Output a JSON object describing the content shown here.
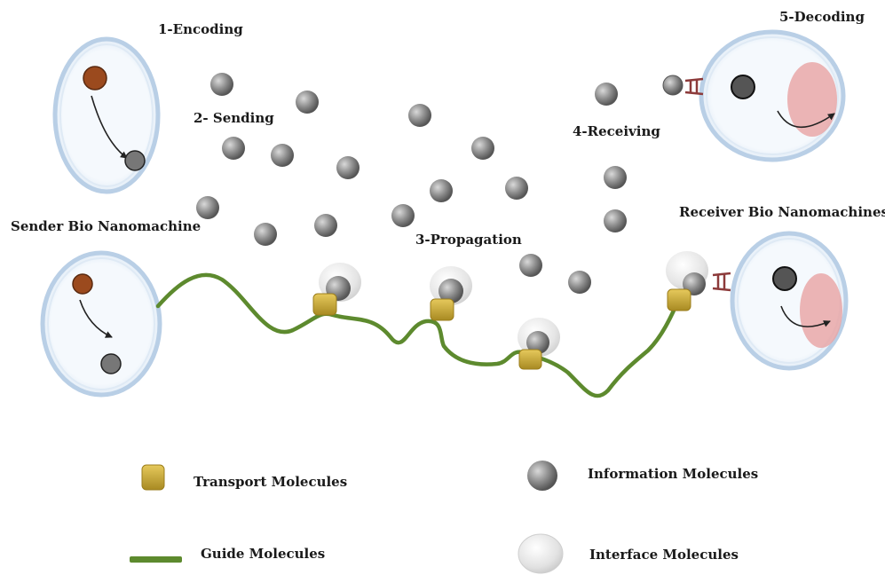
{
  "stages": {
    "encoding": "1-Encoding",
    "sending": "2- Sending",
    "propagation": "3-Propagation",
    "receiving": "4-Receiving",
    "decoding": "5-Decoding"
  },
  "nodes": {
    "sender": "Sender Bio Nanomachine",
    "receiver": "Receiver Bio Nanomachines"
  },
  "legend": {
    "transport": "Transport Molecules",
    "guide": "Guide Molecules",
    "information": "Information Molecules",
    "interface": "Interface Molecules"
  },
  "colors": {
    "cell_ring": "#c5d8ec",
    "cell_fill": "#f4f8fc",
    "guide": "#5d8a2e",
    "transport": "#c8a73a",
    "information": "#8a8a8a",
    "interface": "#e3e3e3",
    "encoded_molecule": "#9b4a1e",
    "decoding_region": "#e8a3a3",
    "receptor": "#8c3a3a"
  },
  "icons": {
    "transport": "transport-molecule-icon",
    "guide": "guide-molecule-icon",
    "information": "information-molecule-icon",
    "interface": "interface-molecule-icon"
  }
}
